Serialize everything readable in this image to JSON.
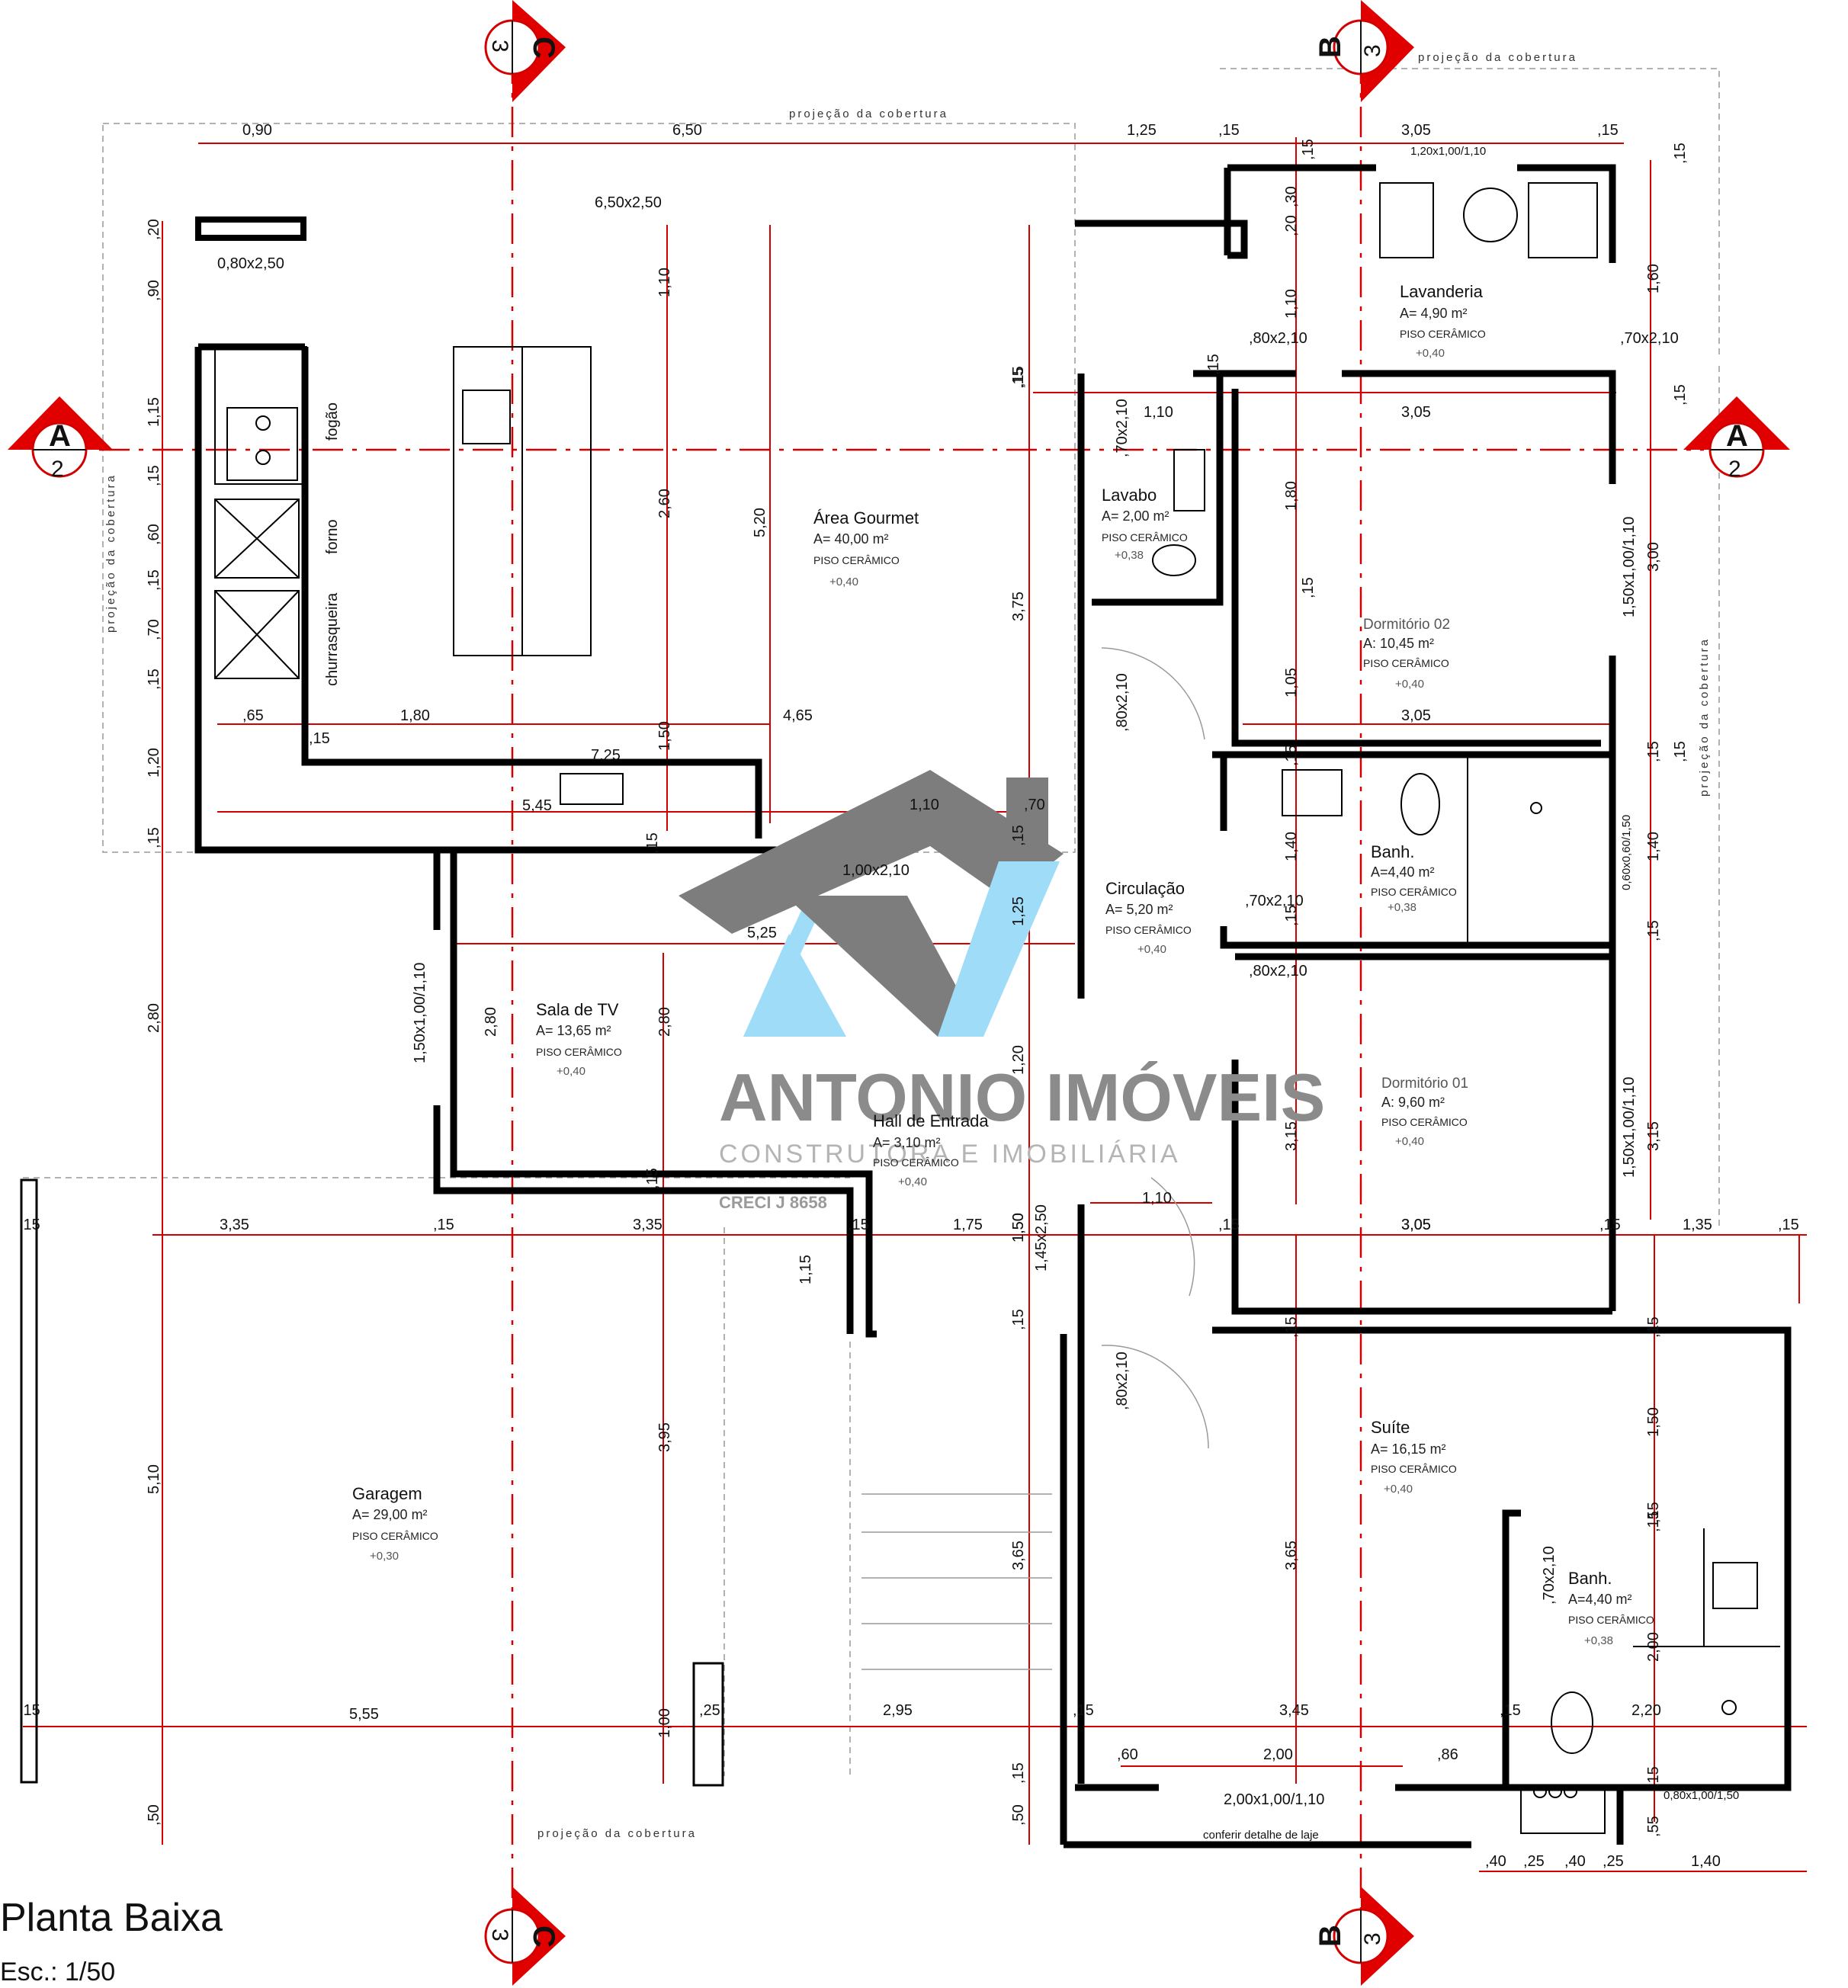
{
  "title": "Planta Baixa",
  "scale": "Esc.: 1/50",
  "roof_projection": "projeção da cobertura",
  "watermark": {
    "name": "ANTONIO IMÓVEIS",
    "subtitle": "CONSTRUTORA E IMOBILIÁRIA",
    "creci": "CRECI J 8658"
  },
  "section_markers": {
    "a_letter": "A",
    "a_number": "2",
    "b_letter": "B",
    "b_number": "3",
    "c_letter": "C",
    "c_number": "3"
  },
  "rooms": {
    "area_gourmet": {
      "name": "Área Gourmet",
      "area": "A= 40,00 m²",
      "floor": "PISO CERÂMICO",
      "level": "+0,40"
    },
    "lavanderia": {
      "name": "Lavanderia",
      "area": "A= 4,90 m²",
      "floor": "PISO CERÂMICO",
      "level": "+0,40"
    },
    "lavabo": {
      "name": "Lavabo",
      "area": "A= 2,00 m²",
      "floor": "PISO CERÂMICO",
      "level": "+0,38"
    },
    "dormitorio_02": {
      "name": "Dormitório 02",
      "area": "A: 10,45 m²",
      "floor": "PISO CERÂMICO",
      "level": "+0,40"
    },
    "banheiro_social": {
      "name": "Banh.",
      "area": "A=4,40 m²",
      "floor": "PISO CERÂMICO",
      "level": "+0,38"
    },
    "circulacao": {
      "name": "Circulação",
      "area": "A= 5,20 m²",
      "floor": "PISO CERÂMICO",
      "level": "+0,40"
    },
    "sala_tv": {
      "name": "Sala de TV",
      "area": "A= 13,65 m²",
      "floor": "PISO CERÂMICO",
      "level": "+0,40"
    },
    "hall": {
      "name": "Hall de Entrada",
      "area": "A= 3,10 m²",
      "floor": "PISO CERÂMICO",
      "level": "+0,40"
    },
    "dormitorio_01": {
      "name": "Dormitório 01",
      "area": "A: 9,60 m²",
      "floor": "PISO CERÂMICO",
      "level": "+0,40"
    },
    "garagem": {
      "name": "Garagem",
      "area": "A= 29,00 m²",
      "floor": "PISO CERÂMICO",
      "level": "+0,30"
    },
    "suite": {
      "name": "Suíte",
      "area": "A= 16,15 m²",
      "floor": "PISO CERÂMICO",
      "level": "+0,40"
    },
    "banheiro_suite": {
      "name": "Banh.",
      "area": "A=4,40 m²",
      "floor": "PISO CERÂMICO",
      "level": "+0,38"
    }
  },
  "fixtures": {
    "fogao": "fogão",
    "forno": "forno",
    "churrasqueira": "churrasqueira"
  },
  "openings": {
    "o1": "6,50x2,50",
    "o2": "0,80x2,50",
    "o3": "1,20x1,00/1,10",
    "o4": ",80x2,10",
    "o5": ",70x2,10",
    "o6": ",70x2,10",
    "o7": "1,50x1,00/1,10",
    "o8": ",80x2,10",
    "o9": "0,60x0,60/1,50",
    "o10": ",70x2,10",
    "o11": ",80x2,10",
    "o12": "1,00x2,10",
    "o13": "1,50x1,00/1,10",
    "o14": "1,50x1,00/1,10",
    "o15": "1,45x2,50",
    "o16": ",80x2,10",
    "o17": ",70x2,10",
    "o18": "2,00x1,00/1,10",
    "o19": "0,80x1,00/1,50"
  },
  "note": "conferir detalhe de laje",
  "dims_top": [
    "0,90",
    "6,50",
    "1,25",
    ",15",
    "3,05",
    ",15"
  ],
  "dims_left": [
    ",20",
    ",90",
    "1,15",
    ",15",
    ",60",
    ",15",
    ",70",
    ",15",
    "1,20",
    ",15",
    "2,80",
    "5,10",
    ",50"
  ],
  "dims_misc": {
    "d1": "1,10",
    "d2": "2,60",
    "d3": "5,20",
    "d4": "1,50",
    "d5": "7,25",
    "d6": "5,45",
    "d7": ",65",
    "d8": "1,80",
    "d9": "4,65",
    "d10": ",15",
    "d11": "1,10",
    "d12": ",70",
    "d13": "5,25",
    "d14": "2,80",
    "d15": "2,80",
    "d16": ",15",
    "d17": "1,10",
    "d18": ",15",
    "d19": "3,75",
    "d20": "1,25",
    "d21": "1,20",
    "d22": "1,50",
    "d23": ",15",
    "d24": "3,65",
    "d25": "1,00",
    "d26": "3,95",
    "d27": "1,15",
    "d28": ",15",
    "d29": "3,35",
    "d30": ",15",
    "d31": "3,35",
    "d32": ",15",
    "d33": "1,75",
    "d34": "5,55",
    "d35": ",25",
    "d36": "2,95",
    "d37": ",15",
    "d38": "3,45",
    "d39": ",15",
    "d40": "2,20",
    "d41": ",60",
    "d42": "2,00",
    "d43": ",86",
    "d44": "1,10",
    "d45": "3,05",
    "d46": "3,05",
    "d47": "3,05",
    "d48": ",15",
    "d49": "1,35",
    "d50": ",15",
    "d51": ",30",
    "d52": ",20",
    "d53": "1,10",
    "d54": ",15",
    "d55": "1,80",
    "d56": ",15",
    "d57": "1,05",
    "d58": ",15",
    "d59": "1,40",
    "d60": ",15",
    "d61": "3,15",
    "d62": ",15",
    "d63": "3,65",
    "d64": ",15",
    "d65": "1,60",
    "d66": ",15",
    "d67": "3,00",
    "d68": ",15",
    "d69": "1,40",
    "d70": ",15",
    "d71": "3,15",
    "d72": ",15",
    "d73": "1,50",
    "d74": ",15",
    "d75": "2,00",
    "d76": ",15",
    "d77": ",55",
    "d78": ",40",
    "d79": ",25",
    "d80": ",40",
    "d81": ",25",
    "d82": "1,40",
    "d83": ",15",
    "d84": ",15",
    "d85": ",50",
    "d86": ",15",
    "d87": ",15",
    "d88": ",15",
    "d89": ",15",
    "d90": ",15",
    "d91": ",15",
    "d92": "1,50",
    "d93": ",15",
    "d94": "3,05",
    "d95": ",15"
  }
}
